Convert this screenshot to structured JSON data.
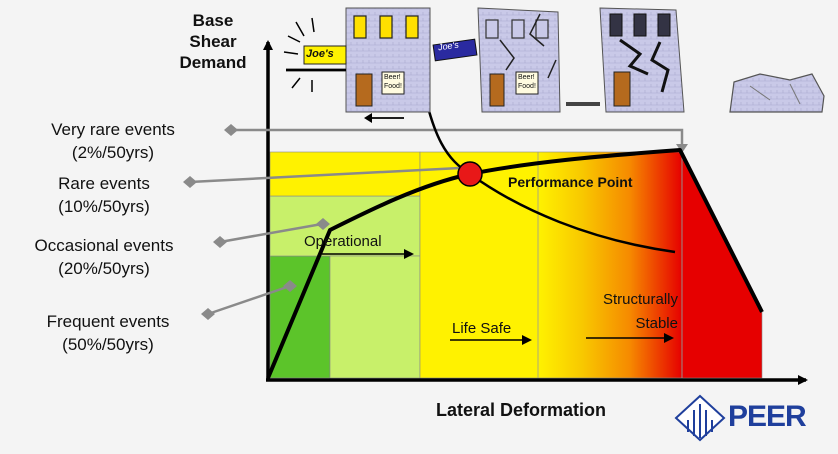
{
  "axes": {
    "y_label_lines": [
      "Base",
      "Shear",
      "Demand"
    ],
    "x_label": "Lateral Deformation"
  },
  "events": [
    {
      "name": "Very rare events",
      "period": "(2%/50yrs)"
    },
    {
      "name": "Rare events",
      "period": "(10%/50yrs)"
    },
    {
      "name": "Occasional events",
      "period": "(20%/50yrs)"
    },
    {
      "name": "Frequent events",
      "period": "(50%/50yrs)"
    }
  ],
  "zones": {
    "operational": "Operational",
    "life_safe": "Life Safe",
    "structurally_stable_lines": [
      "Structurally",
      "Stable"
    ]
  },
  "performance_point": "Performance Point",
  "buildings": {
    "sign_text": "Joe's",
    "door_sign_lines": [
      "Beer!",
      "Food!"
    ]
  },
  "logo": "PEER",
  "colors": {
    "green_dark": "#5cc42a",
    "green_light": "#c8f06a",
    "yellow": "#fff200",
    "orange": "#f6a000",
    "red": "#e60000",
    "performance_point": "#e81818",
    "arrow_gray": "#8a8a8a",
    "logo_blue": "#1f3f9c"
  }
}
